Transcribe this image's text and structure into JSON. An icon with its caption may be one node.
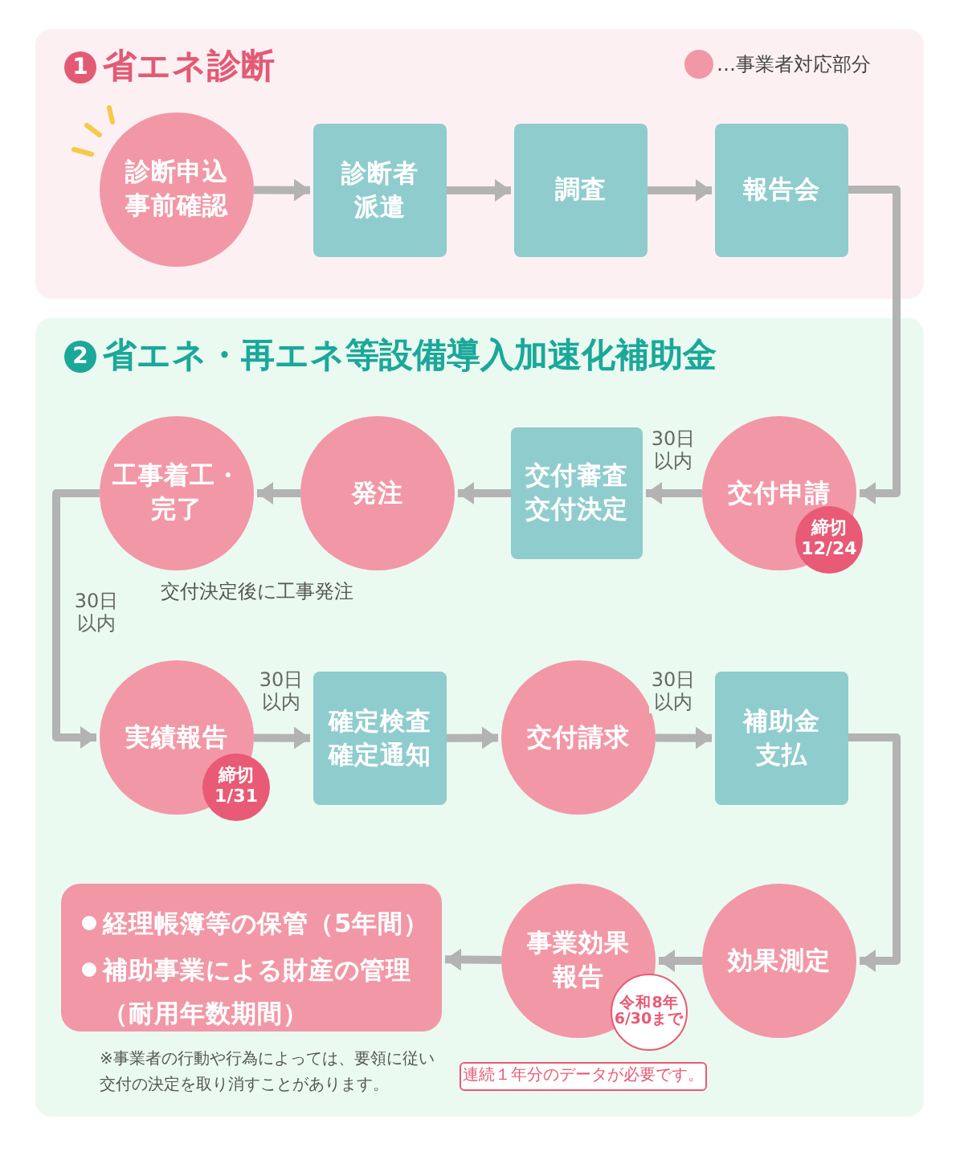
{
  "diagram": {
    "nodes": [
      {
        "text": [
          "1",
          "省エネ診断"
        ]
      },
      {
        "text": [
          "診断申込事前確認"
        ],
        "in": 0
      },
      {
        "text": [
          "診断者派遣"
        ],
        "in": 0
      },
      {
        "text": [
          "調査"
        ],
        "in": 0
      },
      {
        "text": [
          "報告会"
        ],
        "in": 0
      },
      {
        "text": [
          "2",
          "省エネ・再エネ等設備導入加速化補助金"
        ]
      },
      {
        "text": [
          "交付申請"
        ],
        "in": 5
      },
      {
        "text": [
          "締切 12/24"
        ],
        "in": 5
      },
      {
        "text": [
          "交付審査交付決定"
        ],
        "in": 5
      },
      {
        "text": [
          "発注"
        ],
        "in": 5
      },
      {
        "text": [
          "工事着工・完了"
        ],
        "in": 5
      },
      {
        "text": [
          "実績報告"
        ],
        "in": 5
      },
      {
        "text": [
          "締切 1/31"
        ],
        "in": 5
      },
      {
        "text": [
          "確定検査確定通知"
        ],
        "in": 5
      },
      {
        "text": [
          "交付請求"
        ],
        "in": 5
      },
      {
        "text": [
          "補助金支払"
        ],
        "in": 5
      },
      {
        "text": [
          "効果測定"
        ],
        "in": 5
      },
      {
        "text": [
          "事業効果報告"
        ],
        "in": 5
      },
      {
        "text": [
          "令和8年6/30まで"
        ],
        "in": 5
      },
      {
        "text": [
          "経理帳簿等の保管（5年間）",
          "補助事業による財産の管理（耐用年数期間）"
        ],
        "in": 5,
        "beside": [
          "※事業者の行動や行為によっては、要領に従い交付の決定を取り消すことがあります。"
        ]
      },
      {
        "text": [
          "連続１年分のデータが必要です。"
        ],
        "in": 5
      }
    ],
    "edges": [
      {
        "from": 1,
        "to": 2,
        "arrow": "to"
      },
      {
        "from": 2,
        "to": 3,
        "arrow": "to"
      },
      {
        "from": 3,
        "to": 4,
        "arrow": "to"
      },
      {
        "from": 4,
        "to": 6,
        "arrow": "to"
      },
      {
        "from": 6,
        "to": 8,
        "arrow": "to",
        "label": "30日以内"
      },
      {
        "from": 8,
        "to": 9,
        "arrow": "to"
      },
      {
        "from": 9,
        "to": 10,
        "arrow": "to"
      },
      {
        "from": 10,
        "to": 11,
        "arrow": "to",
        "label": "30日以内"
      },
      {
        "from": 11,
        "to": 13,
        "arrow": "to",
        "label": "30日以内"
      },
      {
        "from": 13,
        "to": 14,
        "arrow": "to"
      },
      {
        "from": 14,
        "to": 15,
        "arrow": "to",
        "label": "30日以内"
      },
      {
        "from": 15,
        "to": 16,
        "arrow": "to"
      },
      {
        "from": 16,
        "to": 17,
        "arrow": "to"
      },
      {
        "from": 17,
        "to": 19,
        "arrow": "to"
      }
    ],
    "labels": [
      "交付決定後に工事発注"
    ],
    "legend": [
      {
        "text": "…事業者対応部分",
        "color": "#f297a6"
      }
    ]
  }
}
